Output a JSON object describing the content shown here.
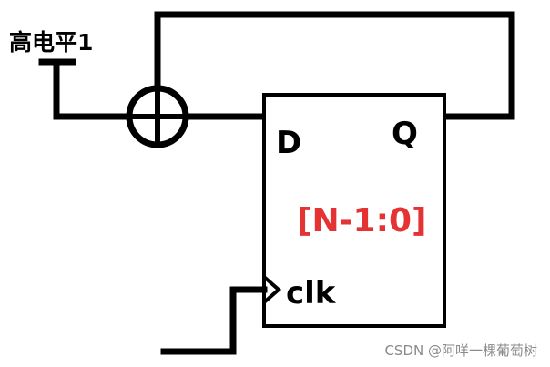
{
  "labels": {
    "high_level": "高电平1",
    "d_port": "D",
    "q_port": "Q",
    "width": "[N-1:0]",
    "clk_port": "clk"
  },
  "watermark": "CSDN @阿咩一棵葡萄树",
  "colors": {
    "line": "#000000",
    "width_label": "#e53333",
    "watermark": "#8a8a8a",
    "background": "#ffffff"
  },
  "icons": {
    "xor_gate": "circle-plus-icon",
    "clock_edge": "clock-triangle-icon"
  }
}
